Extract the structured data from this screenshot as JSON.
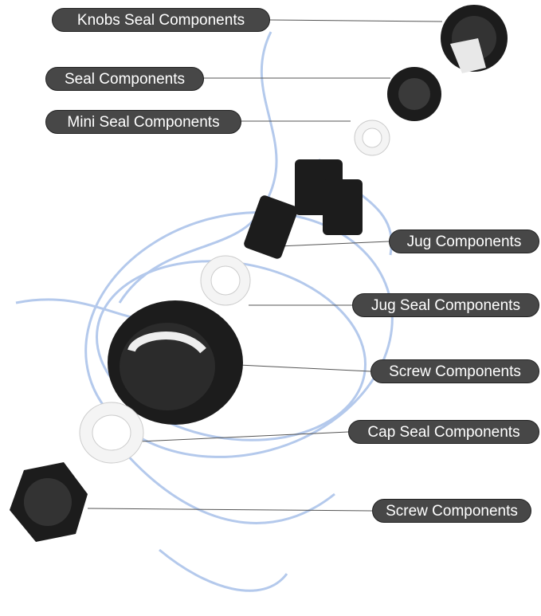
{
  "labels": [
    {
      "text": "Knobs Seal Components"
    },
    {
      "text": "Seal Components"
    },
    {
      "text": "Mini Seal Components"
    },
    {
      "text": "Jug Components"
    },
    {
      "text": "Jug Seal Components"
    },
    {
      "text": "Screw Components"
    },
    {
      "text": "Cap Seal Components"
    },
    {
      "text": "Screw Components"
    }
  ],
  "colors": {
    "pill": "#474747",
    "water": "#8fb0e0",
    "part": "#1c1c1c",
    "seal": "#f2f2f2"
  }
}
